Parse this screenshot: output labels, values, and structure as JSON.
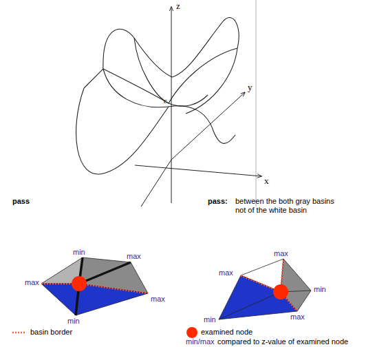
{
  "diagram": {
    "labels": [
      "z",
      "y",
      "x",
      "c",
      "pass",
      "pass:",
      "between the both gray basins",
      "not of the white basin",
      "min",
      "max",
      "max",
      "max",
      "min",
      "max",
      "max",
      "min",
      "max",
      "min",
      "min/max",
      "compared to z-value of examined node"
    ],
    "legend": [
      {
        "text": "basin border"
      },
      {
        "text": "examined node"
      }
    ]
  }
}
